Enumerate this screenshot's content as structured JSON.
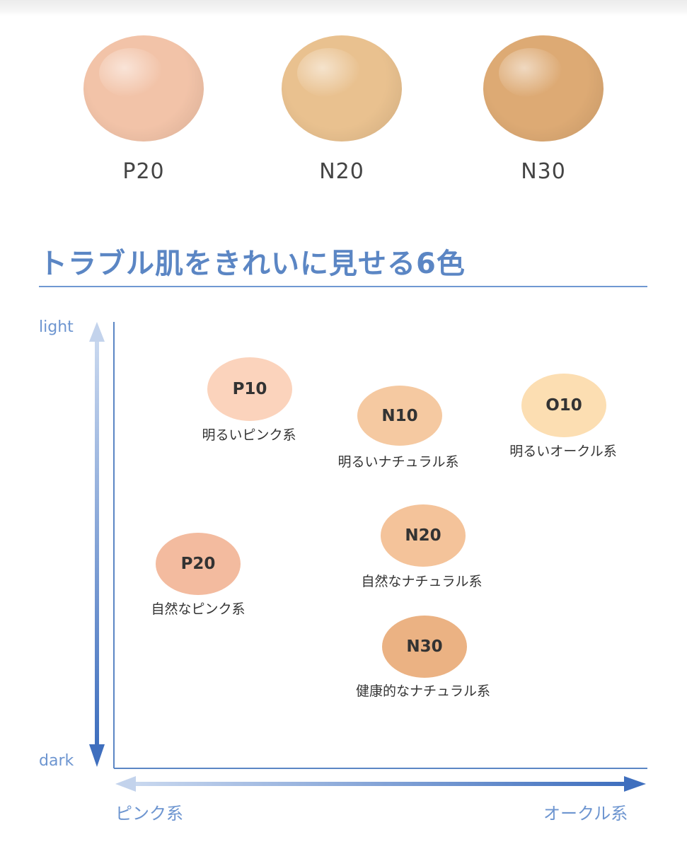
{
  "swatches": [
    {
      "label": "P20",
      "color": "#f2c3a8"
    },
    {
      "label": "N20",
      "color": "#e9c18f"
    },
    {
      "label": "N30",
      "color": "#ddaa74"
    }
  ],
  "section_title": "トラブル肌をきれいに見せる6色",
  "diagram": {
    "axis_top": "light",
    "axis_bottom": "dark",
    "axis_left": "ピンク系",
    "axis_right": "オークル系",
    "shades": [
      {
        "code": "P10",
        "label": "明るいピンク系",
        "color": "#fbd3bc"
      },
      {
        "code": "N10",
        "label": "明るいナチュラル系",
        "color": "#f5c9a1"
      },
      {
        "code": "O10",
        "label": "明るいオークル系",
        "color": "#fcdeb2"
      },
      {
        "code": "P20",
        "label": "自然なピンク系",
        "color": "#f3bb9f"
      },
      {
        "code": "N20",
        "label": "自然なナチュラル系",
        "color": "#f4c39a"
      },
      {
        "code": "N30",
        "label": "健康的なナチュラル系",
        "color": "#ebb283"
      }
    ]
  },
  "colors": {
    "accent": "#5b86c4",
    "axis": "#4a78c4"
  }
}
